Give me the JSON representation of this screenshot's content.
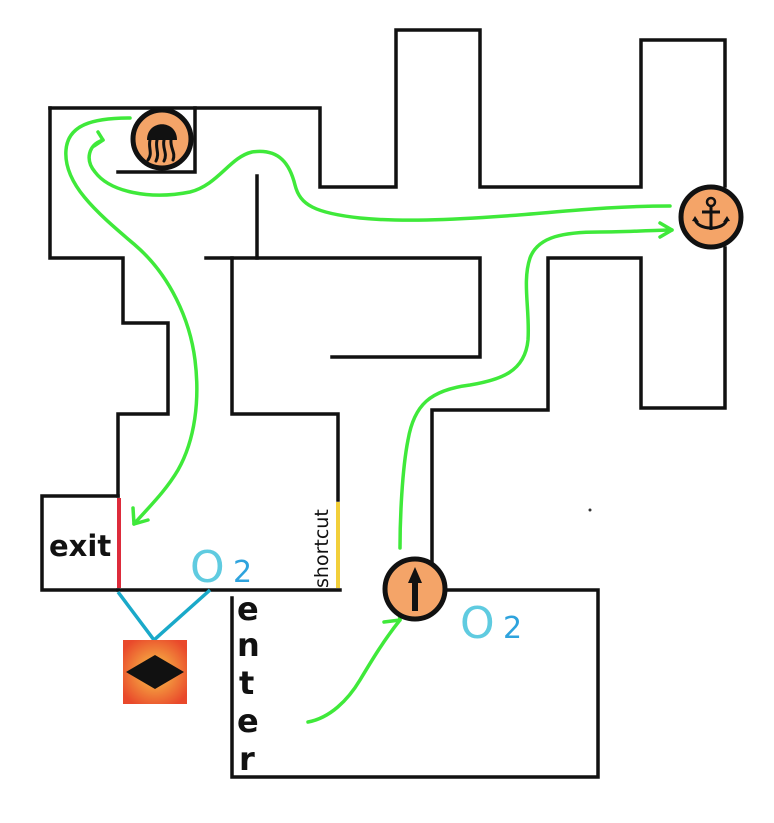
{
  "labels": {
    "exit": "exit",
    "shortcut": "shortcut",
    "enter": [
      "e",
      "n",
      "t",
      "e",
      "r"
    ],
    "o2_main": "O",
    "o2_sub": "2"
  },
  "icons": {
    "jellyfish": "jellyfish-icon",
    "anchor": "anchor-icon",
    "arrow": "up-arrow-icon",
    "diamond": "diamond-block-icon"
  },
  "colors": {
    "wall": "#111111",
    "route": "#3fe93a",
    "o2": "#2ea3dd",
    "o2_light": "#5fcbe0",
    "exit_door": "#dd2b3b",
    "shortcut_door": "#f2cf3a",
    "icon_fill": "#f4a468",
    "tether": "#1aa9c9"
  }
}
